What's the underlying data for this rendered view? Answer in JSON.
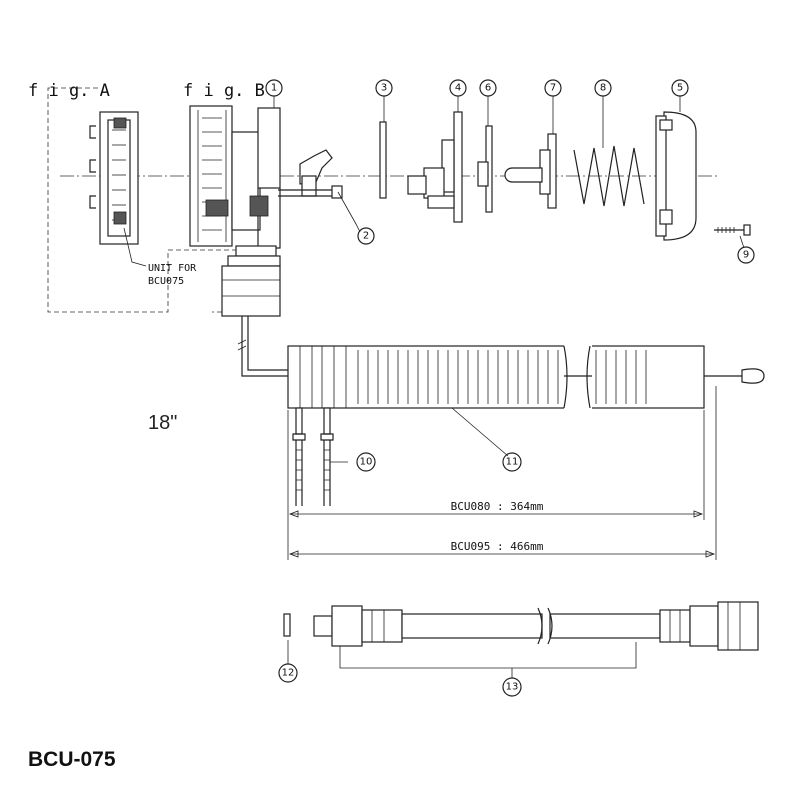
{
  "figures": {
    "fig_a": "f i g. A",
    "fig_b": "f i g. B"
  },
  "unit_note": {
    "line1": "UNIT FOR",
    "line2": "BCU075"
  },
  "parts": [
    "1",
    "2",
    "3",
    "4",
    "5",
    "6",
    "7",
    "8",
    "9",
    "10",
    "11",
    "12",
    "13"
  ],
  "dimensions": {
    "bcu080": "BCU080 : 364mm",
    "bcu095": "BCU095 : 466mm"
  },
  "size_label": "18\"",
  "model": "BCU-075"
}
